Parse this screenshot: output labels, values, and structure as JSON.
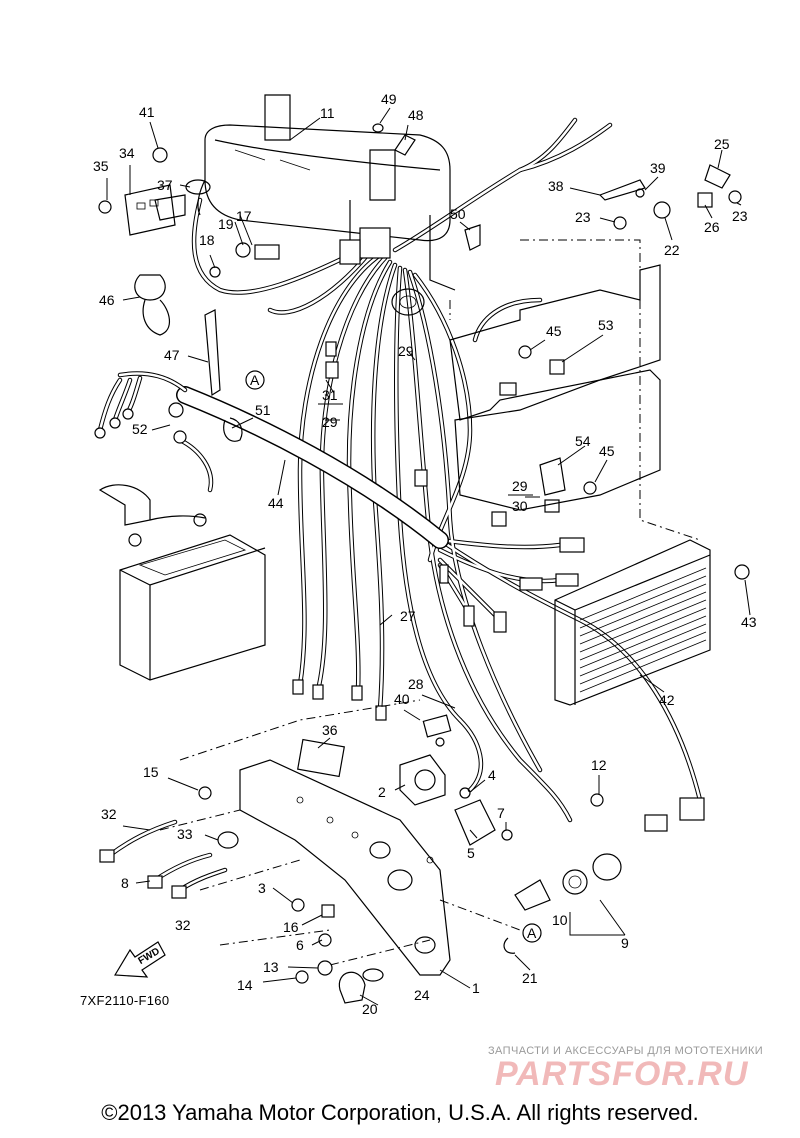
{
  "diagram": {
    "code": "7XF2110-F160",
    "copyright": "©2013 Yamaha Motor Corporation, U.S.A. All rights reserved.",
    "fwd_label": "FWD",
    "ref_letter": "A",
    "callouts": [
      "1",
      "2",
      "3",
      "4",
      "5",
      "6",
      "7",
      "8",
      "9",
      "10",
      "11",
      "12",
      "13",
      "14",
      "15",
      "16",
      "17",
      "18",
      "19",
      "20",
      "21",
      "22",
      "23",
      "24",
      "25",
      "26",
      "27",
      "28",
      "29",
      "30",
      "31",
      "32",
      "33",
      "34",
      "35",
      "36",
      "37",
      "38",
      "39",
      "40",
      "41",
      "42",
      "43",
      "44",
      "45",
      "46",
      "47",
      "48",
      "49",
      "50",
      "51",
      "52",
      "53",
      "54"
    ]
  },
  "watermark": {
    "caption": "ЗАПЧАСТИ И АКСЕССУАРЫ ДЛЯ МОТОТЕХНИКИ",
    "logo": "PARTSFOR.RU"
  }
}
